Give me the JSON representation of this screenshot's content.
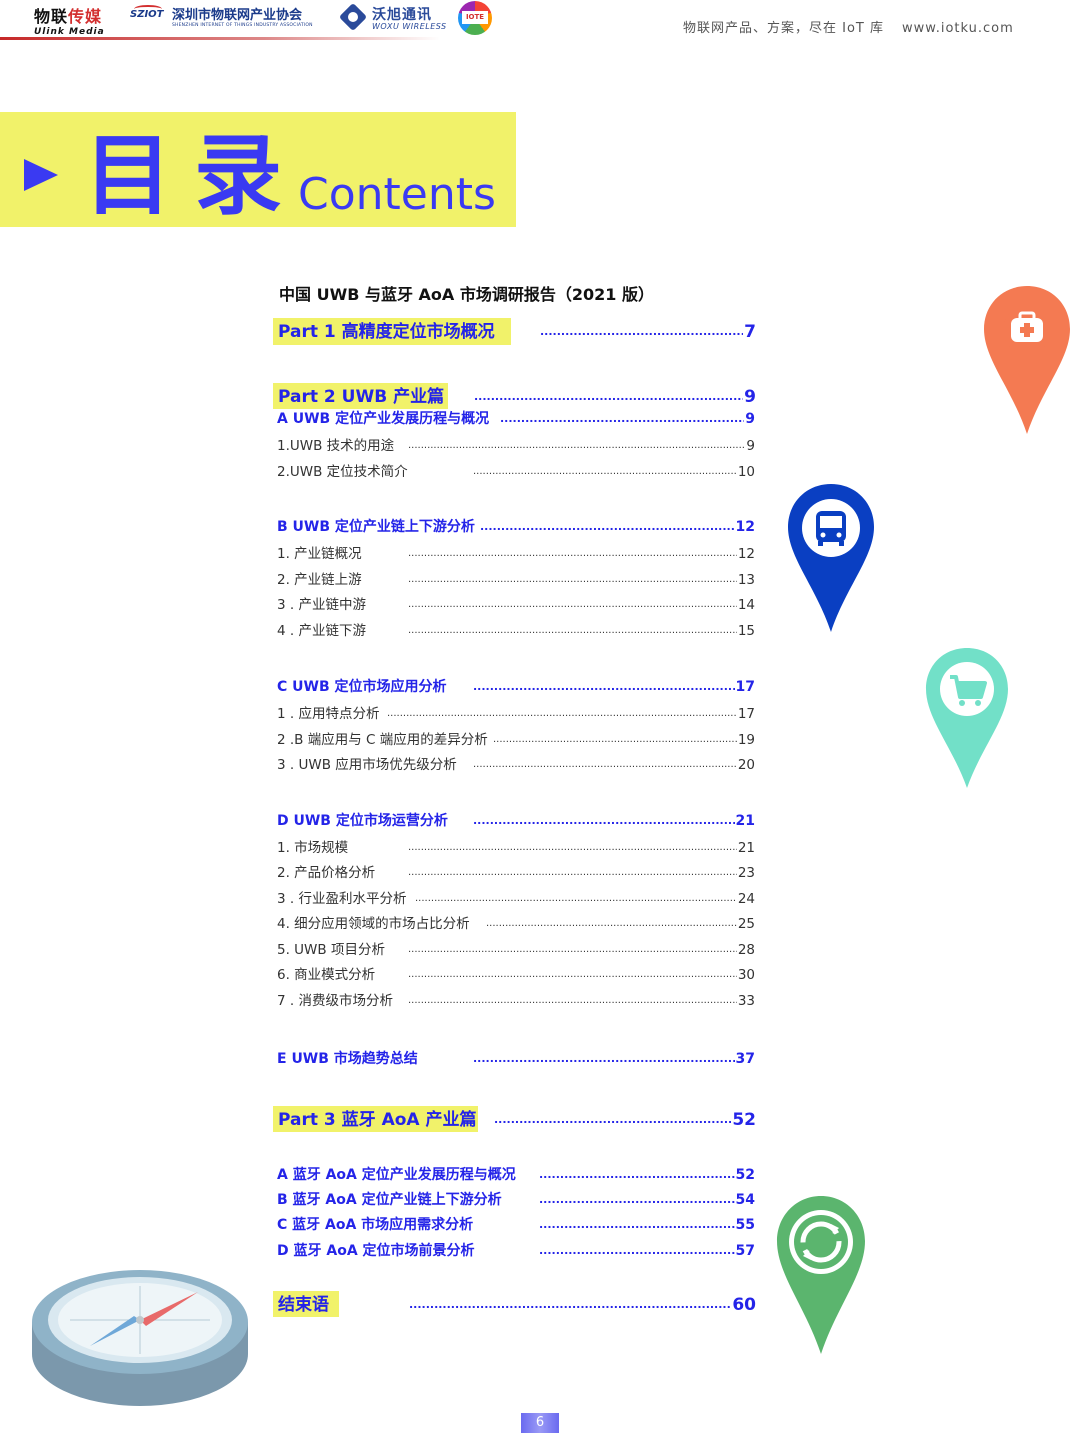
{
  "header": {
    "logo1_cn_a": "物联",
    "logo1_cn_b": "传媒",
    "logo1_en": "Ulink Media",
    "logo2_mark": "SZIOT",
    "logo2_cn": "深圳市物联网产业协会",
    "logo2_en": "SHENZHEN INTERNET OF THINGS INDUSTRY ASSOCIATION",
    "logo3_cn": "沃旭通讯",
    "logo3_en": "WOXU WIRELESS",
    "logo4_text": "IOTE",
    "tagline": "物联网产品、方案，尽在 IoT 库",
    "url": "www.iotku.com"
  },
  "title": {
    "cn": "目录",
    "en": "Contents"
  },
  "report_title": "中国 UWB 与蓝牙 AoA 市场调研报告（2021 版）",
  "toc": [
    {
      "label": "Part 1 高精度定位市场概况",
      "page": "7",
      "style": "part"
    },
    {
      "label": "Part 2  UWB 产业篇",
      "page": "9",
      "style": "part"
    },
    {
      "label": "A    UWB 定位产业发展历程与概况",
      "page": "9",
      "style": "section"
    },
    {
      "label": "1.UWB 技术的用途",
      "page": "9",
      "style": "item"
    },
    {
      "label": "2.UWB 定位技术简介",
      "page": "10",
      "style": "item"
    },
    {
      "label": "B  UWB 定位产业链上下游分析",
      "page": "12",
      "style": "section"
    },
    {
      "label": "1. 产业链概况",
      "page": "12",
      "style": "item"
    },
    {
      "label": "2. 产业链上游",
      "page": "13",
      "style": "item"
    },
    {
      "label": "3 . 产业链中游",
      "page": "14",
      "style": "item"
    },
    {
      "label": "4 . 产业链下游",
      "page": "15",
      "style": "item"
    },
    {
      "label": "C  UWB 定位市场应用分析",
      "page": "17",
      "style": "section"
    },
    {
      "label": "1 . 应用特点分析",
      "page": "17",
      "style": "item"
    },
    {
      "label": "2 .B 端应用与 C 端应用的差异分析",
      "page": "19",
      "style": "item"
    },
    {
      "label": "3 . UWB 应用市场优先级分析",
      "page": "20",
      "style": "item"
    },
    {
      "label": "D  UWB 定位市场运营分析",
      "page": "21",
      "style": "section"
    },
    {
      "label": "1. 市场规模",
      "page": "21",
      "style": "item"
    },
    {
      "label": "2. 产品价格分析",
      "page": "23",
      "style": "item"
    },
    {
      "label": "3 . 行业盈利水平分析",
      "page": "24",
      "style": "item"
    },
    {
      "label": "4. 细分应用领域的市场占比分析",
      "page": "25",
      "style": "item"
    },
    {
      "label": "5. UWB 项目分析",
      "page": "28",
      "style": "item"
    },
    {
      "label": "6. 商业模式分析",
      "page": "30",
      "style": "item"
    },
    {
      "label": "7 . 消费级市场分析",
      "page": "33",
      "style": "item"
    },
    {
      "label": "E   UWB 市场趋势总结",
      "page": "37",
      "style": "section"
    },
    {
      "label": "Part 3 蓝牙 AoA 产业篇",
      "page": "52",
      "style": "part"
    },
    {
      "label": "A  蓝牙 AoA 定位产业发展历程与概况",
      "page": "52",
      "style": "section"
    },
    {
      "label": "B  蓝牙 AoA 定位产业链上下游分析",
      "page": "54",
      "style": "section"
    },
    {
      "label": "C  蓝牙 AoA 市场应用需求分析",
      "page": "55",
      "style": "section"
    },
    {
      "label": "D  蓝牙 AoA 定位市场前景分析",
      "page": "57",
      "style": "section"
    },
    {
      "label": "结束语",
      "page": "60",
      "style": "part"
    }
  ],
  "icons": [
    "medical-kit-pin-icon",
    "bus-pin-icon",
    "shopping-cart-pin-icon",
    "refresh-pin-icon",
    "compass-icon"
  ],
  "colors": {
    "accent_blue": "#3a3af2",
    "highlight_yellow": "#f1f26a",
    "pin_orange": "#f47a52",
    "pin_blue": "#0a3fc2",
    "pin_teal": "#72e0c8",
    "pin_green": "#5bb56e"
  },
  "page_number": "6"
}
